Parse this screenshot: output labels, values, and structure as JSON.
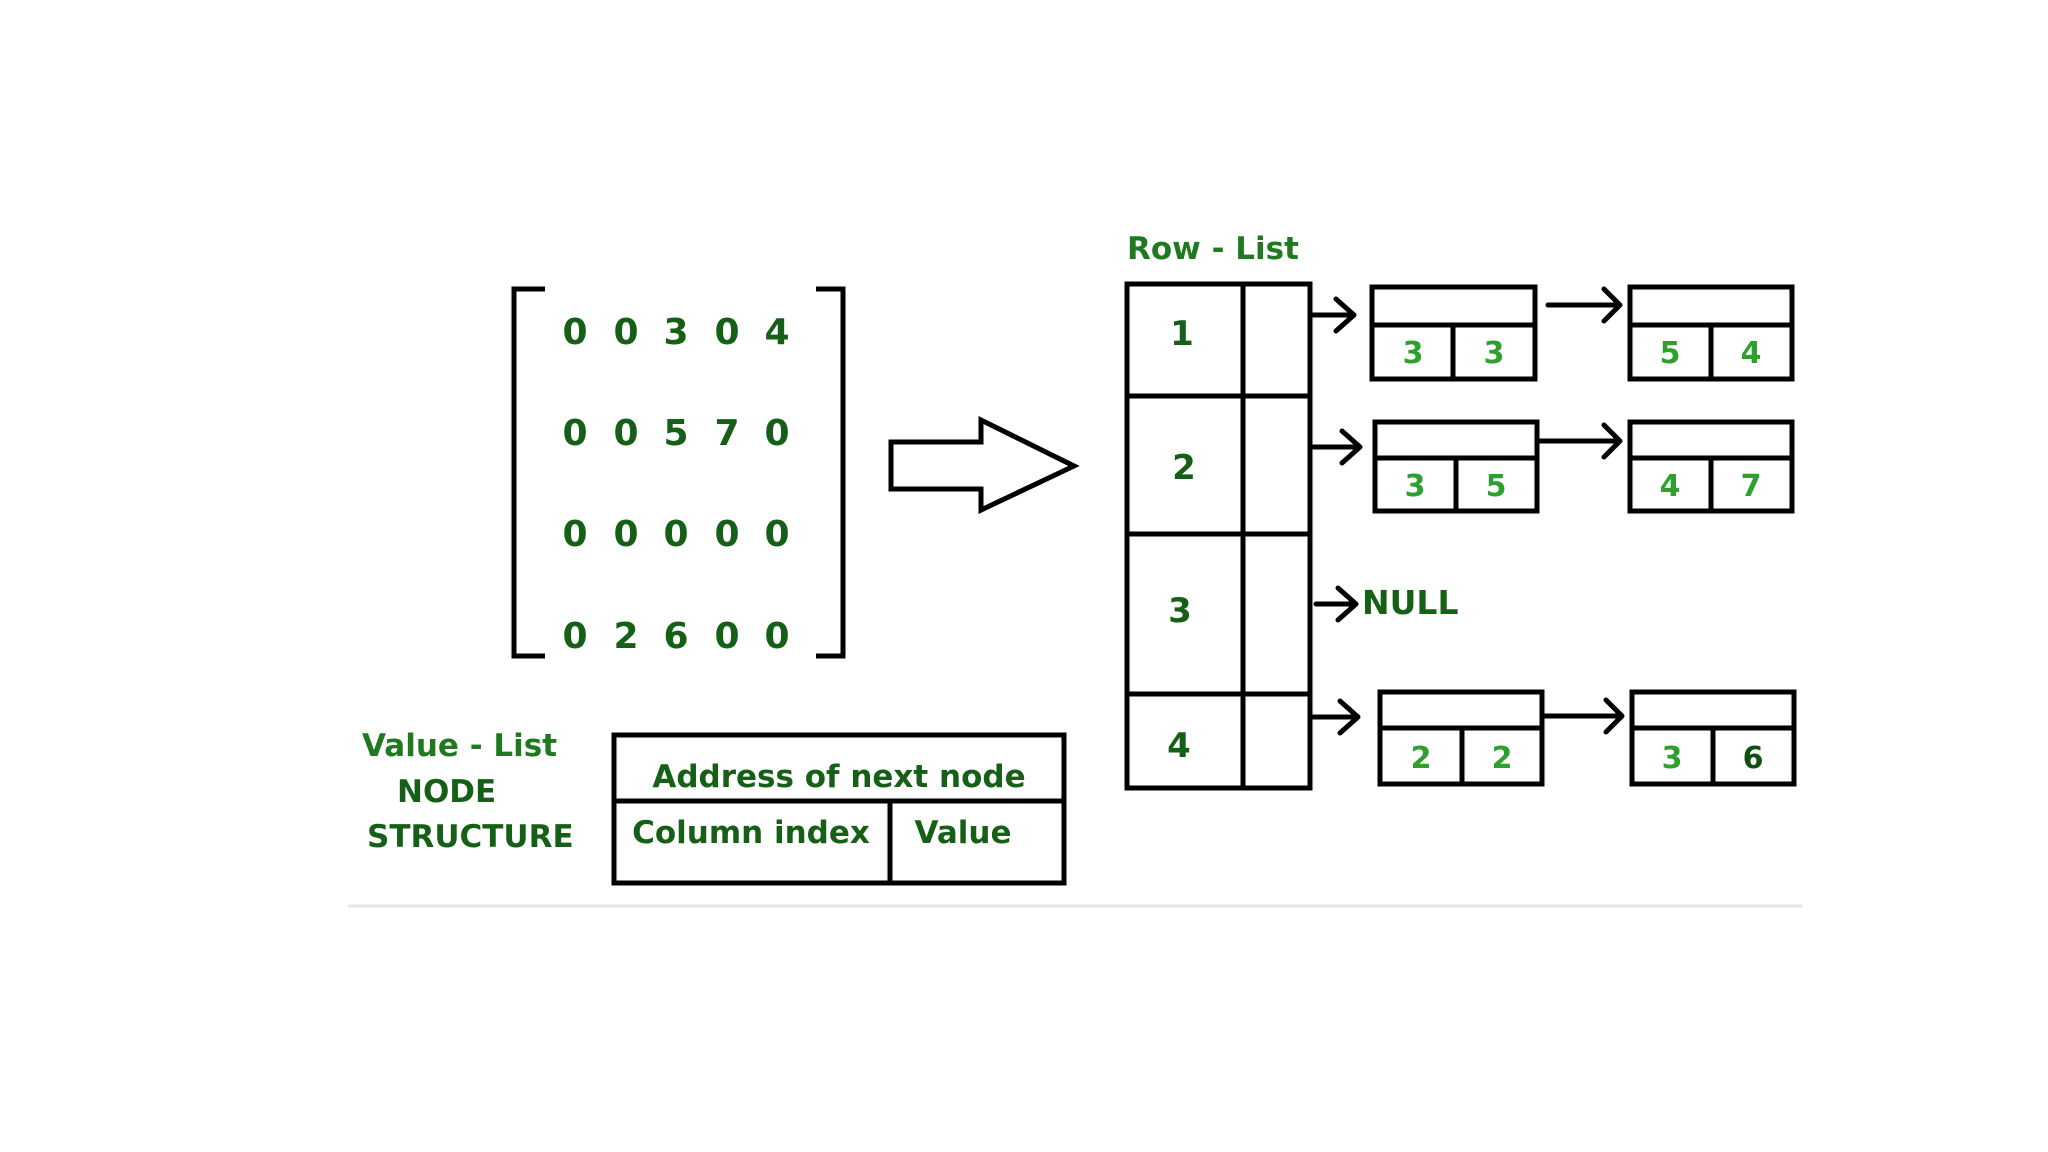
{
  "matrix": {
    "rows": [
      [
        "0",
        "0",
        "3",
        "0",
        "4"
      ],
      [
        "0",
        "0",
        "5",
        "7",
        "0"
      ],
      [
        "0",
        "0",
        "0",
        "0",
        "0"
      ],
      [
        "0",
        "2",
        "6",
        "0",
        "0"
      ]
    ]
  },
  "row_list": {
    "title": "Row - List",
    "rows": [
      {
        "label": "1",
        "nodes": [
          {
            "col": "3",
            "val": "3"
          },
          {
            "col": "5",
            "val": "4"
          }
        ]
      },
      {
        "label": "2",
        "nodes": [
          {
            "col": "3",
            "val": "5"
          },
          {
            "col": "4",
            "val": "7"
          }
        ]
      },
      {
        "label": "3",
        "nodes": [],
        "null_label": "NULL"
      },
      {
        "label": "4",
        "nodes": [
          {
            "col": "2",
            "val": "2"
          },
          {
            "col": "3",
            "val": "6"
          }
        ]
      }
    ]
  },
  "node_structure": {
    "caption_line1": "Value - List",
    "caption_line2": "NODE",
    "caption_line3": "STRUCTURE",
    "address_label": "Address of next node",
    "column_label": "Column index",
    "value_label": "Value"
  },
  "colors": {
    "text_green": "#1f7a1f",
    "bright_green": "#2ea02e",
    "stroke": "#000000"
  }
}
